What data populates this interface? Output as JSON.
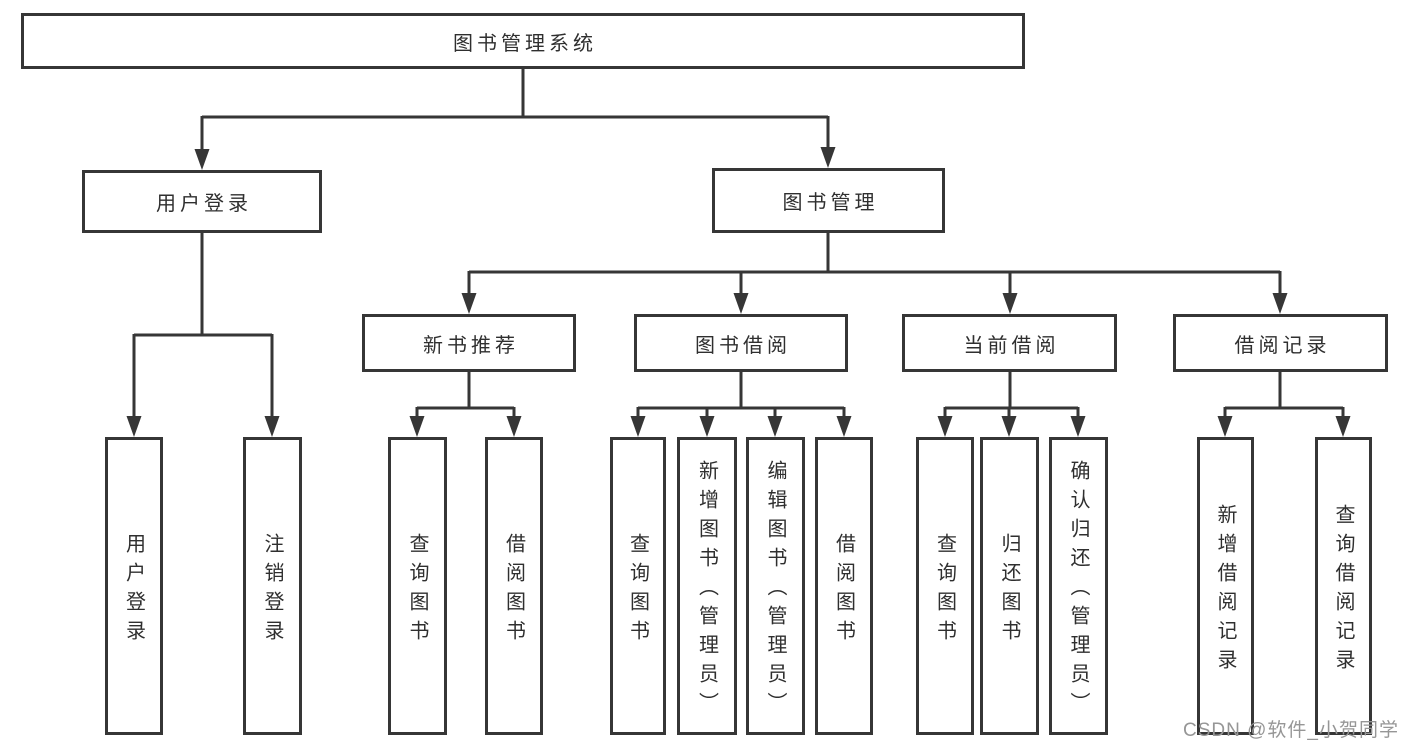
{
  "diagram": {
    "root": {
      "label": "图书管理系统"
    },
    "branches": [
      {
        "label": "用户登录",
        "children": [
          {
            "label": "用户登录"
          },
          {
            "label": "注销登录"
          }
        ]
      },
      {
        "label": "图书管理",
        "children": [
          {
            "label": "新书推荐",
            "children": [
              {
                "label": "查询图书"
              },
              {
                "label": "借阅图书"
              }
            ]
          },
          {
            "label": "图书借阅",
            "children": [
              {
                "label": "查询图书"
              },
              {
                "label": "新增图书（管理员）"
              },
              {
                "label": "编辑图书（管理员）"
              },
              {
                "label": "借阅图书"
              }
            ]
          },
          {
            "label": "当前借阅",
            "children": [
              {
                "label": "查询图书"
              },
              {
                "label": "归还图书"
              },
              {
                "label": "确认归还（管理员）"
              }
            ]
          },
          {
            "label": "借阅记录",
            "children": [
              {
                "label": "新增借阅记录"
              },
              {
                "label": "查询借阅记录"
              }
            ]
          }
        ]
      }
    ]
  },
  "colors": {
    "line": "#363636",
    "box_border": "#363636",
    "box_fill": "#ffffff",
    "text": "#2f2f2f",
    "watermark": "#969696"
  },
  "watermark": {
    "text": "CSDN @软件_小贺同学"
  }
}
